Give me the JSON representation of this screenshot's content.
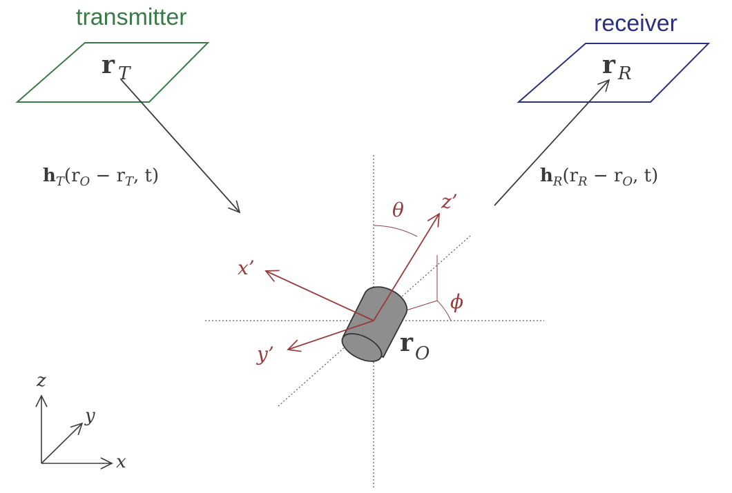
{
  "labels": {
    "transmitter": "transmitter",
    "receiver": "receiver"
  },
  "colors": {
    "transmitter": "#3a7a46",
    "receiver": "#2a2f80",
    "object_axes": "#9a3a3a",
    "ink": "#3a3a3a",
    "object_fill": "#8e8e8e"
  },
  "math": {
    "r_T": {
      "base": "r",
      "sub": "T"
    },
    "r_R": {
      "base": "r",
      "sub": "R"
    },
    "r_O": {
      "base": "r",
      "sub": "O"
    },
    "h_T": {
      "base": "h",
      "sub": "T",
      "rest": "(r",
      "rest_sub": "O",
      "rest2": " − r",
      "rest2_sub": "T",
      "tail": ", t)"
    },
    "h_R": {
      "base": "h",
      "sub": "R",
      "rest": "(r",
      "rest_sub": "R",
      "rest2": " − r",
      "rest2_sub": "O",
      "tail": ", t)"
    },
    "theta": "θ",
    "phi": "ϕ",
    "x_prime": "x’",
    "y_prime": "y’",
    "z_prime": "z’",
    "axis_x": "x",
    "axis_y": "y",
    "axis_z": "z"
  }
}
